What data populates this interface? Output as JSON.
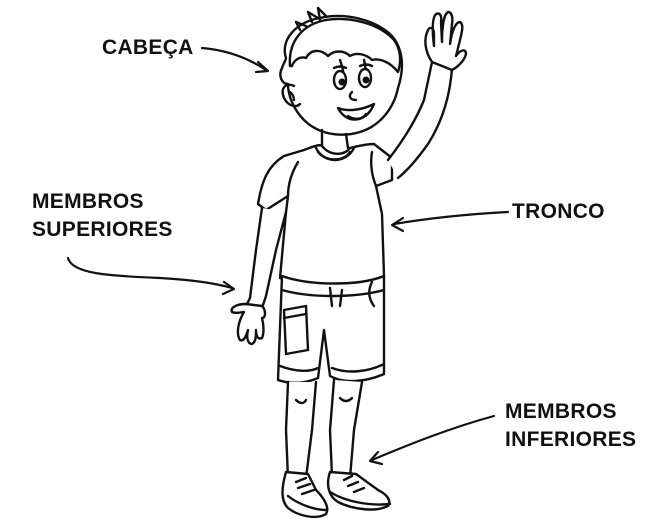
{
  "labels": {
    "head": "CABEÇA",
    "upper_limbs": [
      "MEMBROS",
      "SUPERIORES"
    ],
    "trunk": "TRONCO",
    "lower_limbs": [
      "MEMBROS",
      "INFERIORES"
    ]
  },
  "colors": {
    "ink": "#111111",
    "background": "#ffffff"
  }
}
